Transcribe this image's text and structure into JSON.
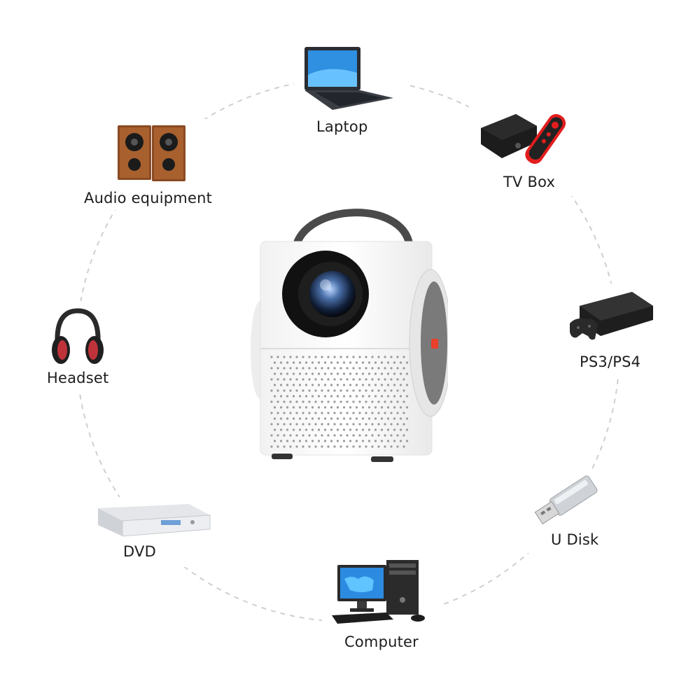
{
  "hub": {
    "name": "projector-icon"
  },
  "devices": [
    {
      "label": "Laptop",
      "icon": "laptop-icon"
    },
    {
      "label": "TV Box",
      "icon": "tv-box-icon"
    },
    {
      "label": "PS3/PS4",
      "icon": "game-console-icon"
    },
    {
      "label": "U Disk",
      "icon": "usb-drive-icon"
    },
    {
      "label": "Computer",
      "icon": "desktop-computer-icon"
    },
    {
      "label": "DVD",
      "icon": "dvd-player-icon"
    },
    {
      "label": "Headset",
      "icon": "headphones-icon"
    },
    {
      "label": "Audio equipment",
      "icon": "speakers-icon"
    }
  ],
  "colors": {
    "ring": "#c9c9c9",
    "accent": "#e8402a",
    "text": "#1d1d1d"
  }
}
